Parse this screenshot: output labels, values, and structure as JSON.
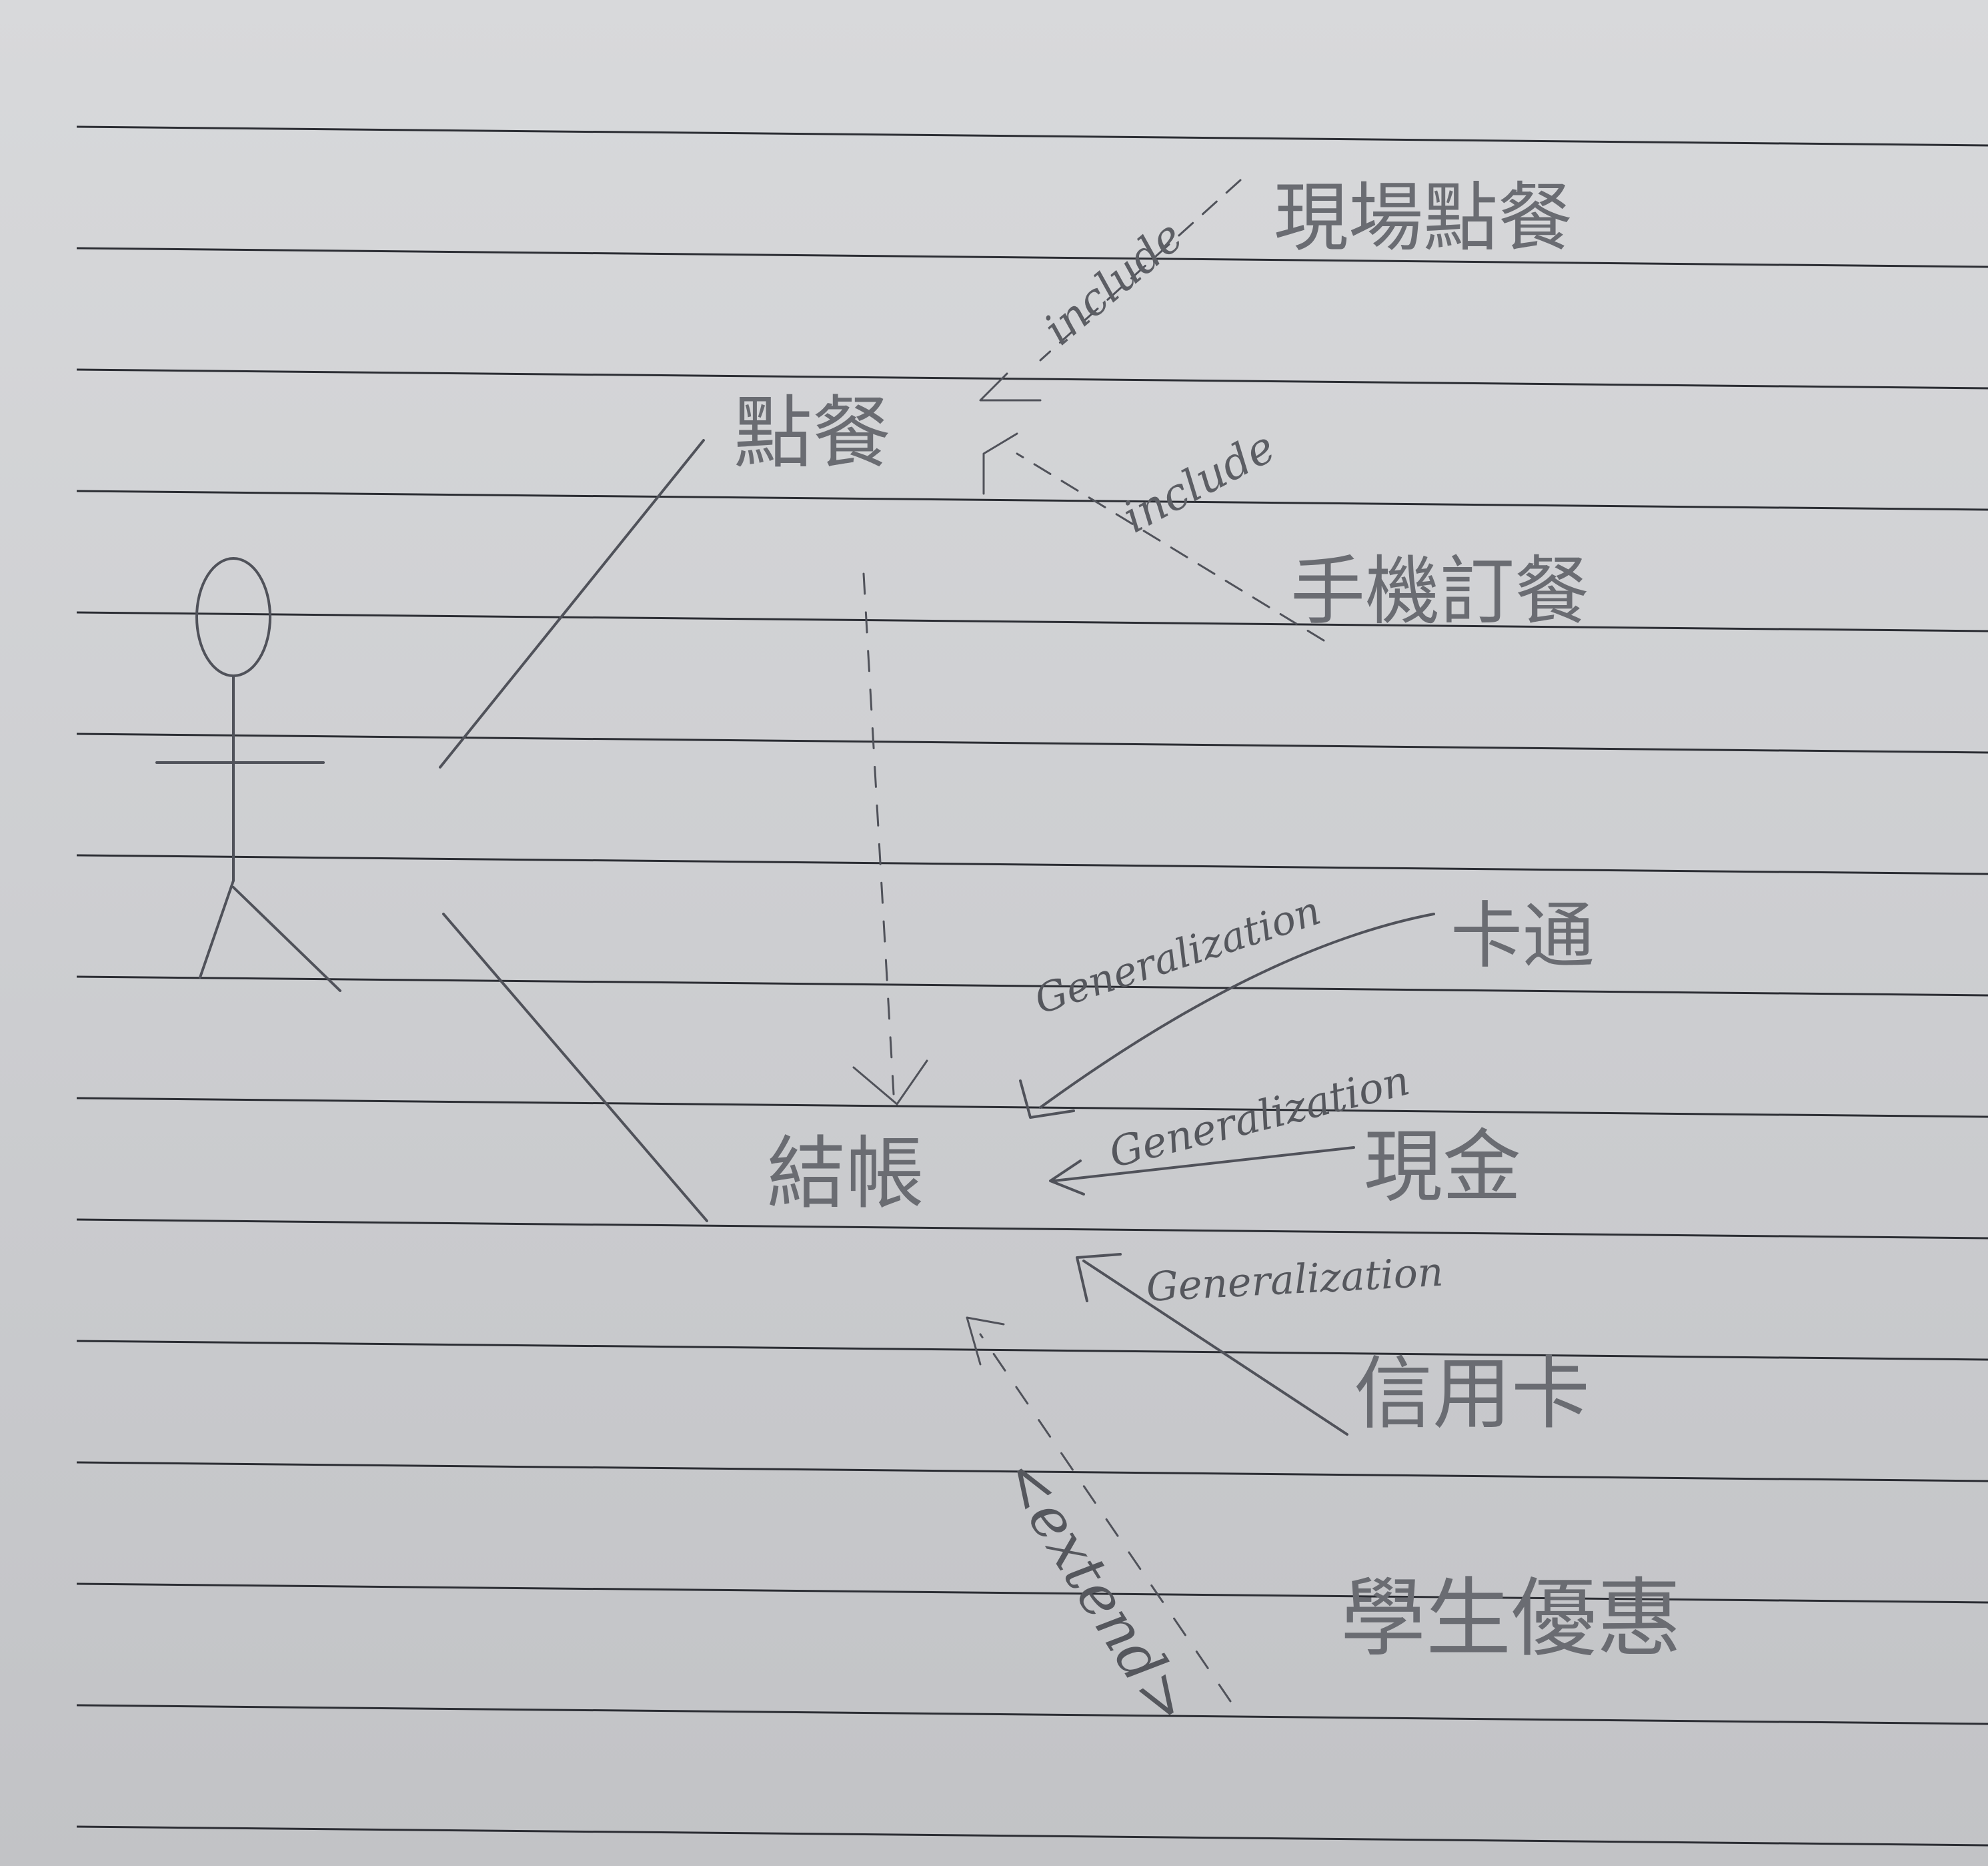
{
  "diagram": {
    "actor": {
      "label": ""
    },
    "use_cases": {
      "order": "點餐",
      "onsite_order": "現場點餐",
      "mobile_order": "手機訂餐",
      "checkout": "結帳",
      "card": "卡通",
      "cash": "現金",
      "credit_card": "信用卡",
      "student_discount": "學生優惠"
    },
    "relations": {
      "include_1": "include",
      "include_2": "include",
      "generalization_1": "Generalization",
      "generalization_2": "Generalization",
      "generalization_3": "Generalization",
      "extend": "<extend>"
    }
  },
  "colors": {
    "paper": "#cfd0d2",
    "ruled_line": "#2b2d33",
    "pencil": "#50525a"
  }
}
